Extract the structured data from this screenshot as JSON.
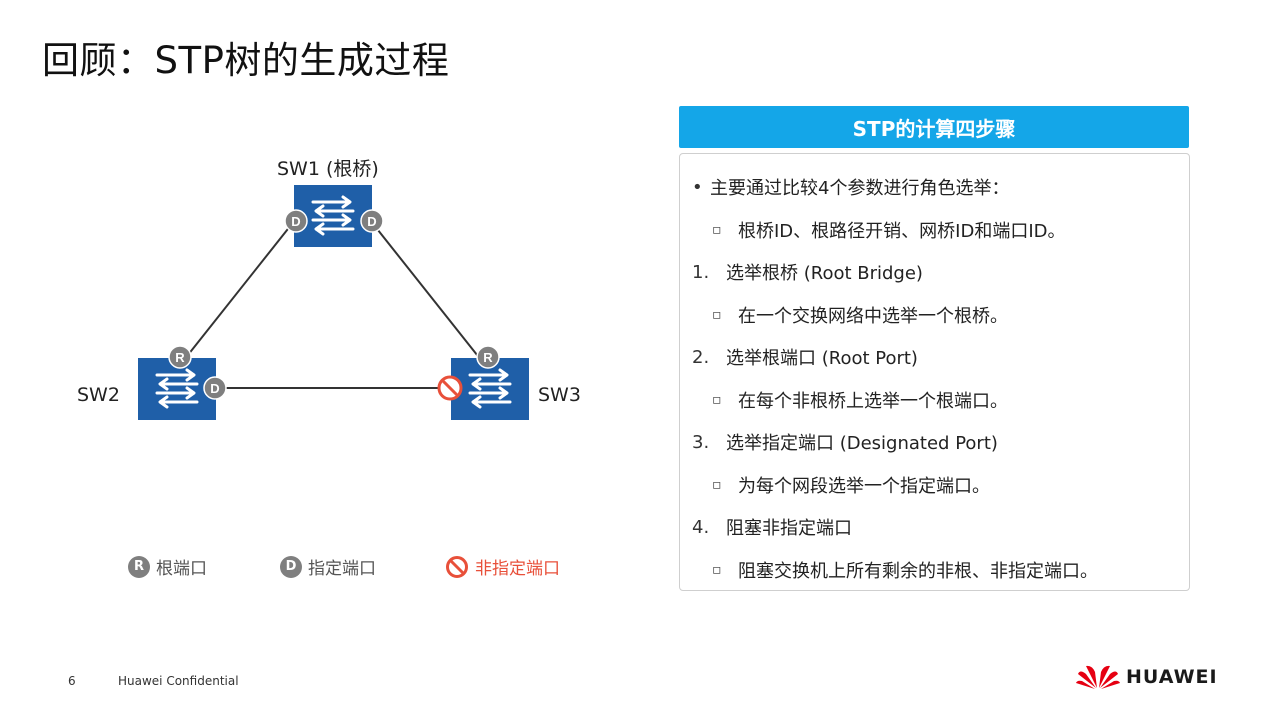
{
  "title": "回顾：STP树的生成过程",
  "diagram": {
    "sw1_label": "SW1 (根桥)",
    "sw2_label": "SW2",
    "sw3_label": "SW3",
    "port_root": "R",
    "port_designated": "D"
  },
  "legend": {
    "root_port": "根端口",
    "designated_port": "指定端口",
    "non_designated_port": "非指定端口",
    "root_badge": "R",
    "designated_badge": "D",
    "colors": {
      "badge": "#7f7f7f",
      "blocked": "#e8503a",
      "switch": "#1f5fa8"
    }
  },
  "panel": {
    "header": "STP的计算四步骤",
    "header_color": "#14a6e8",
    "lines": [
      {
        "type": "bullet",
        "mark": "•",
        "text": "主要通过比较4个参数进行角色选举："
      },
      {
        "type": "sub",
        "mark": "▫",
        "text": "根桥ID、根路径开销、网桥ID和端口ID。"
      },
      {
        "type": "num",
        "mark": "1.",
        "text": "选举根桥 (Root Bridge)"
      },
      {
        "type": "sub",
        "mark": "▫",
        "text": "在一个交换网络中选举一个根桥。"
      },
      {
        "type": "num",
        "mark": "2.",
        "text": "选举根端口 (Root Port)"
      },
      {
        "type": "sub",
        "mark": "▫",
        "text": "在每个非根桥上选举一个根端口。"
      },
      {
        "type": "num",
        "mark": "3.",
        "text": "选举指定端口 (Designated Port)"
      },
      {
        "type": "sub",
        "mark": "▫",
        "text": "为每个网段选举一个指定端口。"
      },
      {
        "type": "num",
        "mark": "4.",
        "text": "阻塞非指定端口"
      },
      {
        "type": "sub",
        "mark": "▫",
        "text": "阻塞交换机上所有剩余的非根、非指定端口。"
      }
    ]
  },
  "footer": {
    "page": "6",
    "confidential": "Huawei Confidential",
    "logo_text": "HUAWEI",
    "logo_color": "#e60012"
  }
}
